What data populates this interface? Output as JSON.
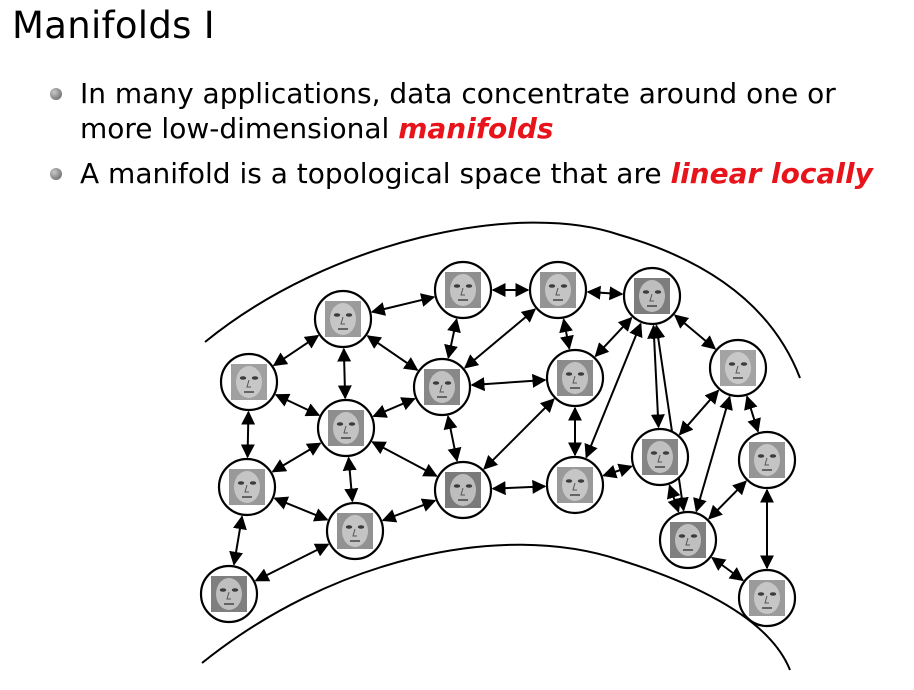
{
  "slide": {
    "title": "Manifolds I"
  },
  "bullets": [
    {
      "text_before": "In many applications, data concentrate around one or more low-dimensional ",
      "emphasis": "manifolds",
      "text_after": ""
    },
    {
      "text_before": "A manifold is a topological space that are ",
      "emphasis": "linear locally",
      "text_after": ""
    }
  ],
  "colors": {
    "emphasis": "#e8141b",
    "text": "#000000",
    "bullet": "#8a8a8a"
  },
  "diagram": {
    "node_content": "grayscale face image",
    "edge_style": "bidirectional arrows",
    "nodes": [
      {
        "id": "n1",
        "shade": "#9b9b9b"
      },
      {
        "id": "n2",
        "shade": "#8f8f8f"
      },
      {
        "id": "n3",
        "shade": "#949494"
      },
      {
        "id": "n4",
        "shade": "#7d7d7d"
      },
      {
        "id": "n5",
        "shade": "#a3a3a3"
      },
      {
        "id": "n6",
        "shade": "#888888"
      },
      {
        "id": "n7",
        "shade": "#8c8c8c"
      },
      {
        "id": "n8",
        "shade": "#858585"
      },
      {
        "id": "n9",
        "shade": "#9a9a9a"
      },
      {
        "id": "n10",
        "shade": "#808080"
      },
      {
        "id": "n11",
        "shade": "#8e8e8e"
      },
      {
        "id": "n12",
        "shade": "#7a7a7a"
      },
      {
        "id": "n13",
        "shade": "#959595"
      },
      {
        "id": "n14",
        "shade": "#a0a0a0"
      },
      {
        "id": "n15",
        "shade": "#999999"
      },
      {
        "id": "n16",
        "shade": "#929292"
      },
      {
        "id": "n17",
        "shade": "#7f7f7f"
      }
    ],
    "edges": [
      [
        "n1",
        "n2"
      ],
      [
        "n2",
        "n3"
      ],
      [
        "n3",
        "n4"
      ],
      [
        "n4",
        "n5"
      ],
      [
        "n1",
        "n6"
      ],
      [
        "n1",
        "n11"
      ],
      [
        "n6",
        "n11"
      ],
      [
        "n6",
        "n7"
      ],
      [
        "n6",
        "n2"
      ],
      [
        "n2",
        "n7"
      ],
      [
        "n3",
        "n7"
      ],
      [
        "n4",
        "n7"
      ],
      [
        "n4",
        "n8"
      ],
      [
        "n7",
        "n8"
      ],
      [
        "n7",
        "n10"
      ],
      [
        "n7",
        "n9"
      ],
      [
        "n8",
        "n9"
      ],
      [
        "n8",
        "n10"
      ],
      [
        "n11",
        "n12"
      ],
      [
        "n11",
        "n15"
      ],
      [
        "n12",
        "n6"
      ],
      [
        "n12",
        "n9"
      ],
      [
        "n15",
        "n12"
      ],
      [
        "n9",
        "n10"
      ],
      [
        "n10",
        "n13"
      ],
      [
        "n5",
        "n13"
      ],
      [
        "n5",
        "n10"
      ],
      [
        "n5",
        "n16"
      ],
      [
        "n5",
        "n14"
      ],
      [
        "n5",
        "n9"
      ],
      [
        "n14",
        "n13"
      ],
      [
        "n14",
        "n16"
      ],
      [
        "n14",
        "n17"
      ],
      [
        "n13",
        "n16"
      ],
      [
        "n16",
        "n17"
      ],
      [
        "n16",
        "n14"
      ]
    ]
  }
}
